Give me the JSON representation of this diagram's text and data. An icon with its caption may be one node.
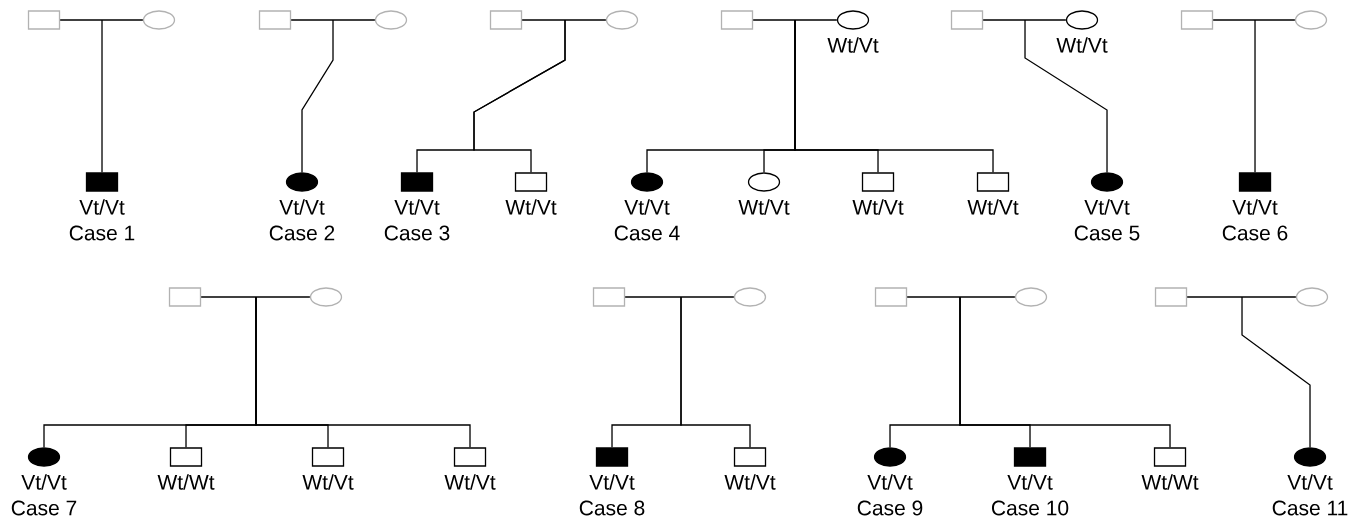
{
  "diagram": {
    "nodes": [
      {
        "text": [],
        "shape": "box"
      },
      {
        "text": [],
        "shape": "circle"
      },
      {
        "text": [],
        "shape": "box",
        "beside": [
          "Vt/Vt",
          "Case 1"
        ]
      },
      {
        "text": [],
        "shape": "box"
      },
      {
        "text": [],
        "shape": "circle"
      },
      {
        "text": [],
        "shape": "circle",
        "beside": [
          "Vt/Vt",
          "Case 2"
        ]
      },
      {
        "text": [],
        "shape": "box"
      },
      {
        "text": [],
        "shape": "circle"
      },
      {
        "text": [],
        "shape": "box",
        "beside": [
          "Vt/Vt",
          "Case 3"
        ]
      },
      {
        "text": [],
        "shape": "box",
        "beside": [
          "Wt/Vt"
        ]
      },
      {
        "text": [],
        "shape": "box"
      },
      {
        "text": [],
        "shape": "circle",
        "beside": [
          "Wt/Vt"
        ]
      },
      {
        "text": [],
        "shape": "circle",
        "beside": [
          "Vt/Vt",
          "Case 4"
        ]
      },
      {
        "text": [],
        "shape": "circle",
        "beside": [
          "Wt/Vt"
        ]
      },
      {
        "text": [],
        "shape": "box",
        "beside": [
          "Wt/Vt"
        ]
      },
      {
        "text": [],
        "shape": "box",
        "beside": [
          "Wt/Vt"
        ]
      },
      {
        "text": [],
        "shape": "box"
      },
      {
        "text": [],
        "shape": "circle",
        "beside": [
          "Wt/Vt"
        ]
      },
      {
        "text": [],
        "shape": "circle",
        "beside": [
          "Vt/Vt",
          "Case 5"
        ]
      },
      {
        "text": [],
        "shape": "box"
      },
      {
        "text": [],
        "shape": "circle"
      },
      {
        "text": [],
        "shape": "box",
        "beside": [
          "Vt/Vt",
          "Case 6"
        ]
      },
      {
        "text": [],
        "shape": "box"
      },
      {
        "text": [],
        "shape": "circle"
      },
      {
        "text": [],
        "shape": "circle",
        "beside": [
          "Vt/Vt",
          "Case 7"
        ]
      },
      {
        "text": [],
        "shape": "box",
        "beside": [
          "Wt/Wt"
        ]
      },
      {
        "text": [],
        "shape": "box",
        "beside": [
          "Wt/Vt"
        ]
      },
      {
        "text": [],
        "shape": "box",
        "beside": [
          "Wt/Vt"
        ]
      },
      {
        "text": [],
        "shape": "box"
      },
      {
        "text": [],
        "shape": "circle"
      },
      {
        "text": [],
        "shape": "box",
        "beside": [
          "Vt/Vt",
          "Case 8"
        ]
      },
      {
        "text": [],
        "shape": "box",
        "beside": [
          "Wt/Vt"
        ]
      },
      {
        "text": [],
        "shape": "box"
      },
      {
        "text": [],
        "shape": "circle"
      },
      {
        "text": [],
        "shape": "circle",
        "beside": [
          "Vt/Vt",
          "Case 9"
        ]
      },
      {
        "text": [],
        "shape": "box",
        "beside": [
          "Vt/Vt",
          "Case 10"
        ]
      },
      {
        "text": [],
        "shape": "box",
        "beside": [
          "Wt/Wt"
        ]
      },
      {
        "text": [],
        "shape": "box"
      },
      {
        "text": [],
        "shape": "circle"
      },
      {
        "text": [],
        "shape": "circle",
        "beside": [
          "Vt/Vt",
          "Case 11"
        ]
      }
    ],
    "edges": [
      {
        "from": 0,
        "to": 1,
        "arrow": "none"
      },
      {
        "from": null,
        "to": 2,
        "arrow": "none"
      },
      {
        "from": 3,
        "to": 4,
        "arrow": "none"
      },
      {
        "from": null,
        "to": 5,
        "arrow": "none"
      },
      {
        "from": 6,
        "to": 7,
        "arrow": "none"
      },
      {
        "from": null,
        "to": 8,
        "arrow": "none"
      },
      {
        "from": null,
        "to": 9,
        "arrow": "none"
      },
      {
        "from": 10,
        "to": 11,
        "arrow": "none"
      },
      {
        "from": null,
        "to": 12,
        "arrow": "none"
      },
      {
        "from": null,
        "to": 13,
        "arrow": "none"
      },
      {
        "from": null,
        "to": 14,
        "arrow": "none"
      },
      {
        "from": null,
        "to": 15,
        "arrow": "none"
      },
      {
        "from": 16,
        "to": 17,
        "arrow": "none"
      },
      {
        "from": null,
        "to": 18,
        "arrow": "none"
      },
      {
        "from": 19,
        "to": 20,
        "arrow": "none"
      },
      {
        "from": null,
        "to": 21,
        "arrow": "none"
      },
      {
        "from": 22,
        "to": 23,
        "arrow": "none"
      },
      {
        "from": null,
        "to": 24,
        "arrow": "none"
      },
      {
        "from": null,
        "to": 25,
        "arrow": "none"
      },
      {
        "from": null,
        "to": 26,
        "arrow": "none"
      },
      {
        "from": null,
        "to": 27,
        "arrow": "none"
      },
      {
        "from": 28,
        "to": 29,
        "arrow": "none"
      },
      {
        "from": null,
        "to": 30,
        "arrow": "none"
      },
      {
        "from": null,
        "to": 31,
        "arrow": "none"
      },
      {
        "from": 32,
        "to": 33,
        "arrow": "none"
      },
      {
        "from": null,
        "to": 34,
        "arrow": "none"
      },
      {
        "from": null,
        "to": 35,
        "arrow": "none"
      },
      {
        "from": null,
        "to": 36,
        "arrow": "none"
      },
      {
        "from": 37,
        "to": 38,
        "arrow": "none"
      },
      {
        "from": null,
        "to": 39,
        "arrow": "none"
      }
    ]
  }
}
